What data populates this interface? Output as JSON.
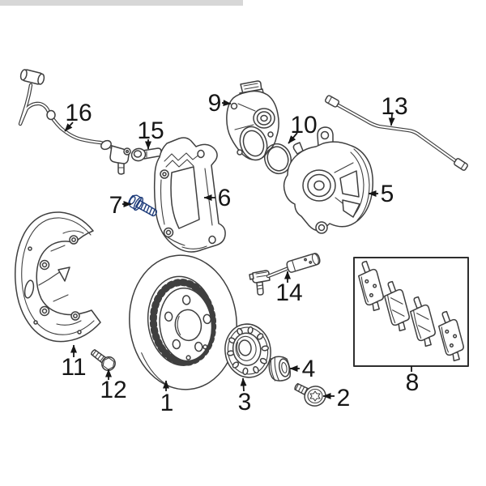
{
  "figure": {
    "type": "exploded-parts-diagram",
    "subject": "Rear disc brake components",
    "colors": {
      "background": "#ffffff",
      "line": "#3f3f3f",
      "label": "#161616",
      "top_strip": "#d7d7d7",
      "highlight_fill": "#4068b0",
      "highlight_outline": "#1e3c7a",
      "highlight_light": "#7d9bd2"
    },
    "highlighted_part_number": "7",
    "callouts": [
      {
        "number": "1",
        "part": "brake rotor"
      },
      {
        "number": "2",
        "part": "rotor set screw"
      },
      {
        "number": "3",
        "part": "wheel hub"
      },
      {
        "number": "4",
        "part": "hub cap"
      },
      {
        "number": "5",
        "part": "brake caliper"
      },
      {
        "number": "6",
        "part": "caliper mounting bracket"
      },
      {
        "number": "7",
        "part": "caliper bolt (highlighted)"
      },
      {
        "number": "8",
        "part": "brake pad set"
      },
      {
        "number": "9",
        "part": "parking brake actuator"
      },
      {
        "number": "10",
        "part": "o-ring seal"
      },
      {
        "number": "11",
        "part": "brake splash shield"
      },
      {
        "number": "12",
        "part": "shield bolt"
      },
      {
        "number": "13",
        "part": "brake hose"
      },
      {
        "number": "14",
        "part": "pad wear sensor"
      },
      {
        "number": "15",
        "part": "guide pin"
      },
      {
        "number": "16",
        "part": "abs wheel speed sensor"
      }
    ]
  }
}
